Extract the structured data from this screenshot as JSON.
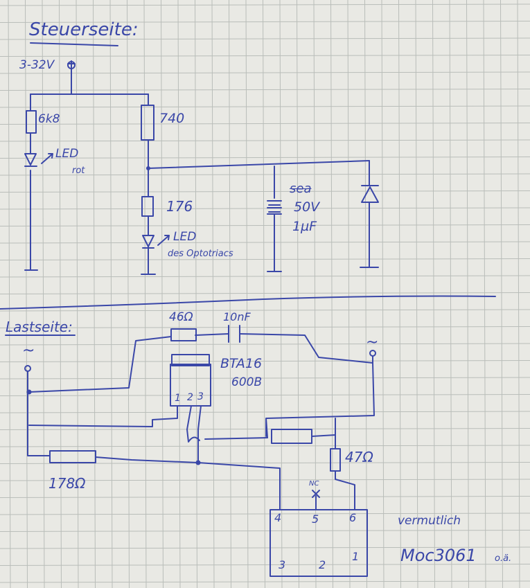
{
  "colors": {
    "paper": "#e9e9e4",
    "grid": "#b9bdb9",
    "ink": "#3a47a8"
  },
  "control_side": {
    "heading": "Steuerseite:",
    "supply": "3-32V",
    "r1": "6k8",
    "led1_label": "LED",
    "led1_color": "rot",
    "r2": "740",
    "r3": "176",
    "led2_label": "LED",
    "led2_desc": "des Optotriacs",
    "cap_strike": "sea",
    "cap_voltage": "50V",
    "cap_value": "1µF"
  },
  "load_side": {
    "heading": "Lastseite:",
    "ac_left": "~",
    "ac_right": "~",
    "snubber_r": "46Ω",
    "snubber_c": "10nF",
    "triac_name": "BTA16",
    "triac_rating": "600B",
    "triac_pins": [
      "1",
      "2",
      "3"
    ],
    "r_gate": "47Ω",
    "r_bottom": "178Ω",
    "nc_label": "NC",
    "ic_pins_top": [
      "4",
      "5",
      "6"
    ],
    "ic_pins_bottom": [
      "3",
      "2",
      "1"
    ],
    "note_line1": "vermutlich",
    "note_line2": "Moc3061",
    "note_suffix": "o.ä."
  }
}
